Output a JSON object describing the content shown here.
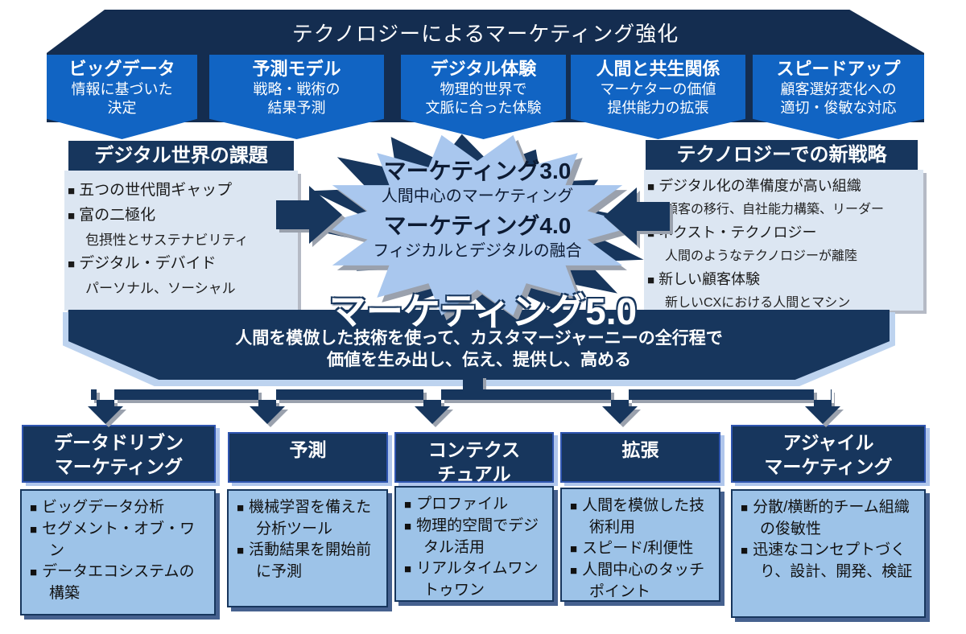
{
  "colors": {
    "dark_navy": "#17365d",
    "ribbon_navy": "#142d50",
    "driver_blue": "#1164c3",
    "starburst_fill": "#a9c7ee",
    "panel_fill": "#dce6f2",
    "component_fill": "#9dc3e8",
    "backing_light_blue": "#bdd3ef",
    "shadow_gray": "#9aa1ad",
    "text_white": "#ffffff"
  },
  "top_banner": {
    "title": "テクノロジーによるマーケティング強化"
  },
  "drivers": [
    {
      "title": "ビッグデータ",
      "sub": "情報に基づいた\n決定"
    },
    {
      "title": "予測モデル",
      "sub": "戦略・戦術の\n結果予測"
    },
    {
      "title": "デジタル体験",
      "sub": "物理的世界で\n文脈に合った体験"
    },
    {
      "title": "人間と共生関係",
      "sub": "マーケターの価値\n提供能力の拡張"
    },
    {
      "title": "スピードアップ",
      "sub": "顧客選好変化への\n適切・俊敏な対応"
    }
  ],
  "left_panel": {
    "header": "デジタル世界の課題",
    "items": [
      {
        "bullet": true,
        "text": "五つの世代間ギャップ"
      },
      {
        "bullet": true,
        "text": "富の二極化"
      },
      {
        "bullet": false,
        "text": "包摂性とサステナビリティ"
      },
      {
        "bullet": true,
        "text": "デジタル・デバイド"
      },
      {
        "bullet": false,
        "text": "パーソナル、ソーシャル"
      }
    ]
  },
  "right_panel": {
    "header": "テクノロジーでの新戦略",
    "items": [
      {
        "bullet": true,
        "text": "デジタル化の準備度が高い組織"
      },
      {
        "bullet": false,
        "text": "顧客の移行、自社能力構築、リーダー"
      },
      {
        "bullet": true,
        "text": "ネクスト・テクノロジー"
      },
      {
        "bullet": false,
        "text": "人間のようなテクノロジーが離陸"
      },
      {
        "bullet": true,
        "text": "新しい顧客体験"
      },
      {
        "bullet": false,
        "text": "新しいCXにおける人間とマシン"
      }
    ]
  },
  "starburst": {
    "m30_title": "マーケティング3.0",
    "m30_sub": "人間中心のマーケティング",
    "m40_title": "マーケティング4.0",
    "m40_sub": "フィジカルとデジタルの融合"
  },
  "m50": {
    "title": "マーケティング5.0",
    "line1": "人間を模倣した技術を使って、カスタマージャーニーの全行程で",
    "line2": "価値を生み出し、伝え、提供し、高める"
  },
  "columns": [
    {
      "header": "データドリブン\nマーケティング",
      "bullets": [
        "ビッグデータ分析",
        "セグメント・オブ・ワン",
        "データエコシステムの構築"
      ]
    },
    {
      "header": "予測",
      "bullets": [
        "機械学習を備えた分析ツール",
        "活動結果を開始前に予測"
      ]
    },
    {
      "header": "コンテクス\nチュアル",
      "bullets": [
        "プロファイル",
        "物理的空間でデジタル活用",
        "リアルタイムワントゥワン"
      ]
    },
    {
      "header": "拡張",
      "bullets": [
        "人間を模倣した技術利用",
        "スピード/利便性",
        "人間中心のタッチポイント"
      ]
    },
    {
      "header": "アジャイル\nマーケティング",
      "bullets": [
        "分散/横断的チーム組織の俊敏性",
        "迅速なコンセプトづくり、設計、開発、検証"
      ]
    }
  ]
}
